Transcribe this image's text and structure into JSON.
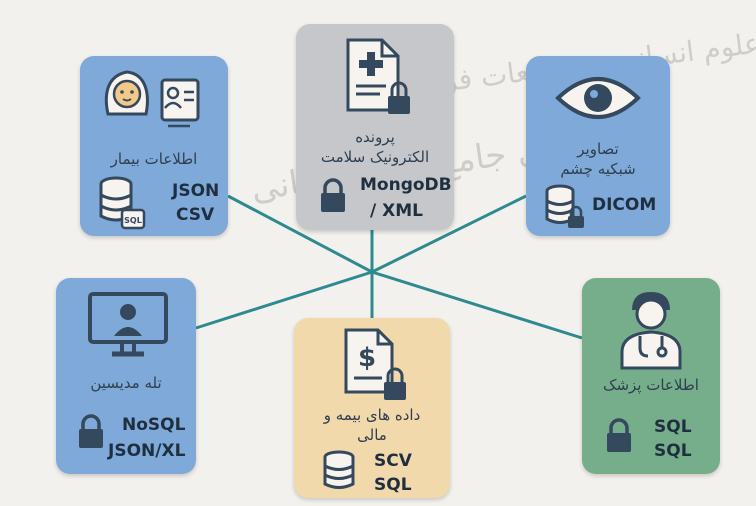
{
  "colors": {
    "blue_card": "#7ea9d8",
    "gray_card": "#c5c7ca",
    "beige_card": "#f1d9ab",
    "green_card": "#76ad8a",
    "connector": "#2f8a8f",
    "icon_dark": "#34495e"
  },
  "watermark": {
    "line1": "پژوهشگاه علوم انسانی و مطالعات فرهنگی",
    "line2": "پرتال جامع علوم انسانی"
  },
  "nodes": {
    "patient_info": {
      "label": "اطلاعات بیمار",
      "formats": [
        "JSON",
        "CSV"
      ],
      "icons": [
        "baby-icon",
        "id-card-icon",
        "database-icon",
        "sql-tag-icon"
      ]
    },
    "ehr": {
      "label_line1": "پرونده",
      "label_line2": "الکترونیک سلامت",
      "formats": [
        "MongoDB",
        "/ XML"
      ],
      "icons": [
        "medical-document-icon",
        "lock-icon"
      ]
    },
    "retina_images": {
      "label_line1": "تصاویر",
      "label_line2": "شبکیه چشم",
      "formats": [
        "DICOM"
      ],
      "icons": [
        "eye-icon",
        "database-icon"
      ]
    },
    "telemedicine": {
      "label": "تله مدیسین",
      "formats": [
        "NoSQL",
        "JSON/XL"
      ],
      "icons": [
        "monitor-user-icon",
        "lock-icon"
      ]
    },
    "insurance_finance": {
      "label_line1": "داده های بیمه و",
      "label_line2": "مالی",
      "formats": [
        "SCV",
        "SQL"
      ],
      "icons": [
        "invoice-dollar-icon",
        "database-icon"
      ]
    },
    "physician_info": {
      "label": "اطلاعات پزشک",
      "formats": [
        "SQL",
        "SQL"
      ],
      "icons": [
        "doctor-icon",
        "lock-icon"
      ]
    }
  }
}
